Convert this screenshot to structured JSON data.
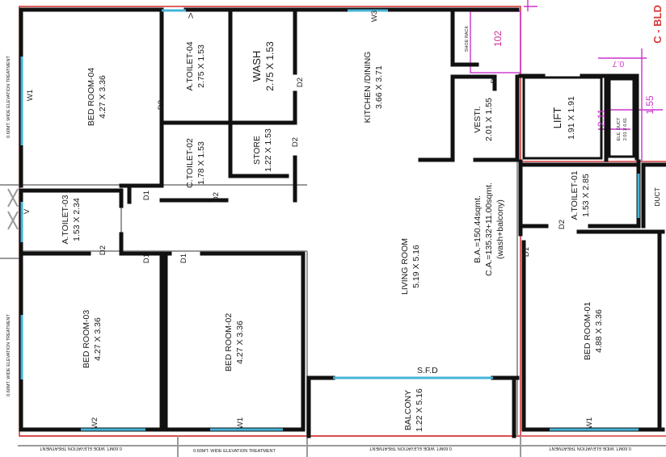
{
  "rooms": {
    "bed04": {
      "name": "BED ROOM-04",
      "size": "4.27 X 3.36"
    },
    "atoilet04": {
      "name": "A.TOILET-04",
      "size": "2.75 X 1.53"
    },
    "wash": {
      "name": "WASH",
      "size": "2.75 X 1.53"
    },
    "kitchen": {
      "name": "KITCHEN /DINING",
      "size": "3.66 X 3.71"
    },
    "ctoilet02": {
      "name": "C.TOILET-02",
      "size": "1.78 X 1.53"
    },
    "store": {
      "name": "STORE",
      "size": "1.22 X 1.53"
    },
    "vesti": {
      "name": "VESTI.",
      "size": "2.01 X 1.55"
    },
    "lift": {
      "name": "LIFT",
      "size": "1.91 X 1.91"
    },
    "eleduct": {
      "name": "ELE. DUCT",
      "size": "2.01 X 0.61"
    },
    "atoilet03": {
      "name": "A.TOILET-03",
      "size": "1.53 X 2.34"
    },
    "atoilet01": {
      "name": "A.TOILET-01",
      "size": "1.53 X 2.85"
    },
    "living": {
      "name": "LIVING ROOM",
      "size": "5.19 X 5.16"
    },
    "bed03": {
      "name": "BED ROOM-03",
      "size": "4.27 X 3.36"
    },
    "bed02": {
      "name": "BED ROOM-02",
      "size": "4.27 X 3.36"
    },
    "bed01": {
      "name": "BED ROOM-01",
      "size": "4.88 X 3.36"
    },
    "balcony": {
      "name": "BALCONY",
      "size": "1.22 X 5.16"
    }
  },
  "area_note": {
    "ba": "B.A.=150.44sqmt.",
    "ca": "C.A.=135.32+11.00sqmt.",
    "wash_balcony": "(wash+balcony)"
  },
  "labels": {
    "shoe_rack": "SHOE RACK",
    "unit_102": "102",
    "block": "C - BLD",
    "duct": "DUCT",
    "sfd": "S.F.D",
    "dim_07": "0.7",
    "dim_211": "2.11",
    "dim_155": "1.55",
    "elevation_text": "0.60MT. WIDE ELEVATION TREATMENT",
    "elevation_text_alt": "0.60MT. WIDE ELEVATION TREATMENT",
    "elevation_bottom": "0.60MT. WIDE ELEVATION TREATMENT"
  },
  "doors": {
    "d": "D",
    "d1": "D1",
    "d2": "D2",
    "v": "V"
  },
  "windows": {
    "w1": "W1",
    "w2": "W2",
    "w3": "W3"
  },
  "colors": {
    "wall": "#111111",
    "boundary": "#d63a3a",
    "window": "#45b3d6",
    "highlight": "#cc33cc",
    "partition": "#9a9a9a"
  }
}
